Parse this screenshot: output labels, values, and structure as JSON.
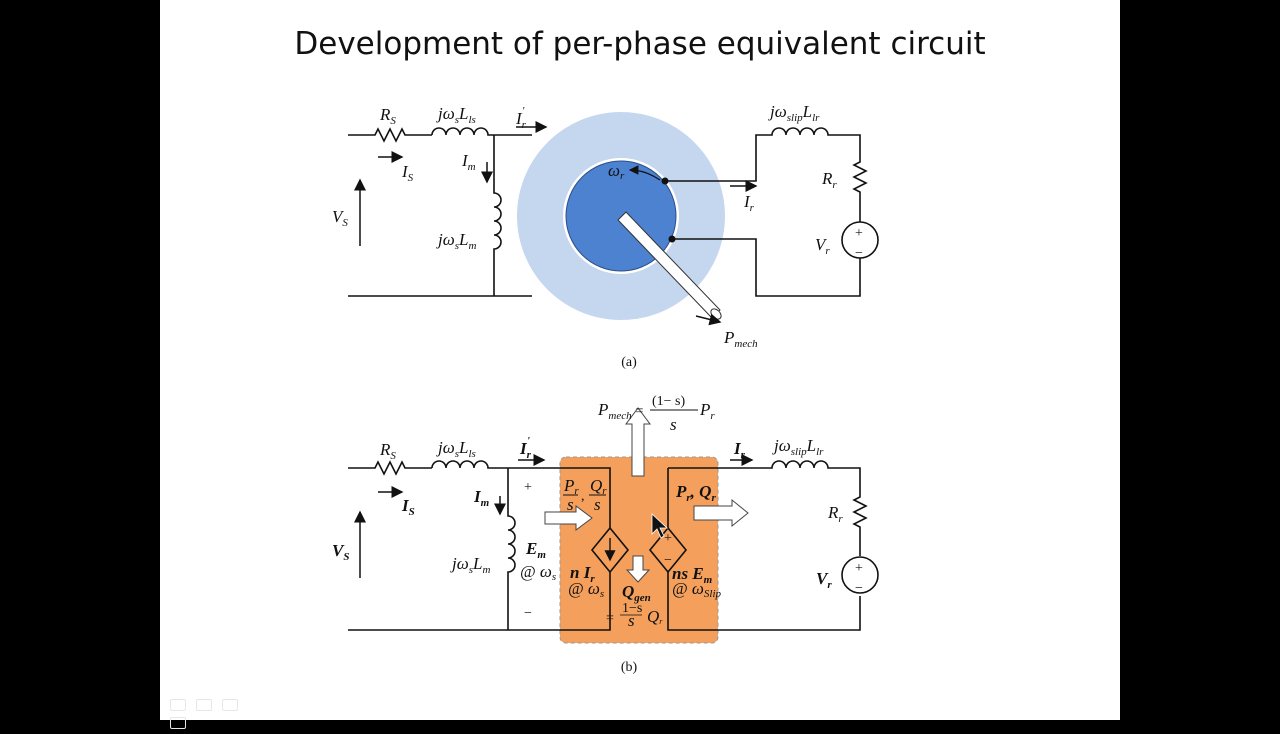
{
  "slide": {
    "title": "Development of per-phase equivalent circuit"
  },
  "circuit_a": {
    "caption": "(a)",
    "Rs": "R",
    "Rs_sub": "S",
    "jws": "jω",
    "jws_sub": "s",
    "Lls": "L",
    "Lls_sub": "ls",
    "Ir_prime": "I",
    "Ir_prime_sub": "r",
    "Ir_prime_mark": "'",
    "Is": "I",
    "Is_sub": "S",
    "Im": "I",
    "Im_sub": "m",
    "Vs": "V",
    "Vs_sub": "S",
    "jwsLm": "jω",
    "jwsLm_s": "s",
    "jwsLm_L": "L",
    "jwsLm_m": "m",
    "wr": "ω",
    "wr_sub": "r",
    "Ir": "I",
    "Ir_sub": "r",
    "jwslip": "jω",
    "jwslip_sub": "slip",
    "Llr": "L",
    "Llr_sub": "lr",
    "Rr": "R",
    "Rr_sub": "r",
    "Vr": "V",
    "Vr_sub": "r",
    "plus": "+",
    "minus": "−",
    "Pmech": "P",
    "Pmech_sub": "mech"
  },
  "circuit_b": {
    "caption": "(b)",
    "pmech_eq_P": "P",
    "pmech_eq_sub": "mech",
    "pmech_eq_sign": "=",
    "pmech_num": "(1− s)",
    "pmech_den": "s",
    "pmech_Pr": "P",
    "pmech_Pr_sub": "r",
    "Pr_over_s_num": "P",
    "Pr_over_s_num_sub": "r",
    "Pr_over_s_den": "s",
    "comma": ",",
    "Qr_over_s_num": "Q",
    "Qr_over_s_num_sub": "r",
    "Qr_over_s_den": "s",
    "PrQr": "P",
    "PrQr_sub1": "r",
    "PrQr_comma": ", Q",
    "PrQr_sub2": "r",
    "nIr": "n I",
    "nIr_sub": "r",
    "at_ws": "@ ω",
    "at_ws_sub": "s",
    "Qgen": "Q",
    "Qgen_sub": "gen",
    "qgen_eq": "=",
    "qgen_num": "1−s",
    "qgen_den": "s",
    "qgen_Q": "Q",
    "qgen_Q_sub": "r",
    "nsEm": "ns E",
    "nsEm_sub": "m",
    "at_wslip": "@ ω",
    "at_wslip_sub": "Slip",
    "Em": "E",
    "Em_sub": "m",
    "Em_at": "@ ω",
    "Em_at_sub": "s",
    "plus": "+",
    "minus": "−",
    "Rs": "R",
    "Rs_sub": "S",
    "jws": "jω",
    "jws_sub": "s",
    "Lls": "L",
    "Lls_sub": "ls",
    "Ir_prime": "I",
    "Ir_prime_sub": "r",
    "Ir_prime_mark": "'",
    "Is": "I",
    "Is_sub": "S",
    "Im": "I",
    "Im_sub": "m",
    "Vs": "V",
    "Vs_sub": "S",
    "jwsLm": "jω",
    "jwsLm_s": "s",
    "jwsLm_L": "L",
    "jwsLm_m": "m",
    "Ir": "I",
    "Ir_sub": "r",
    "jwslip": "jω",
    "jwslip_sub": "slip",
    "Llr": "L",
    "Llr_sub": "lr",
    "Rr": "R",
    "Rr_sub": "r",
    "Vr": "V",
    "Vr_sub": "r"
  },
  "colors": {
    "stator": "#c5d7ee",
    "rotor": "#4d82d1",
    "converter_box": "#f4a05c",
    "background": "#000000"
  }
}
